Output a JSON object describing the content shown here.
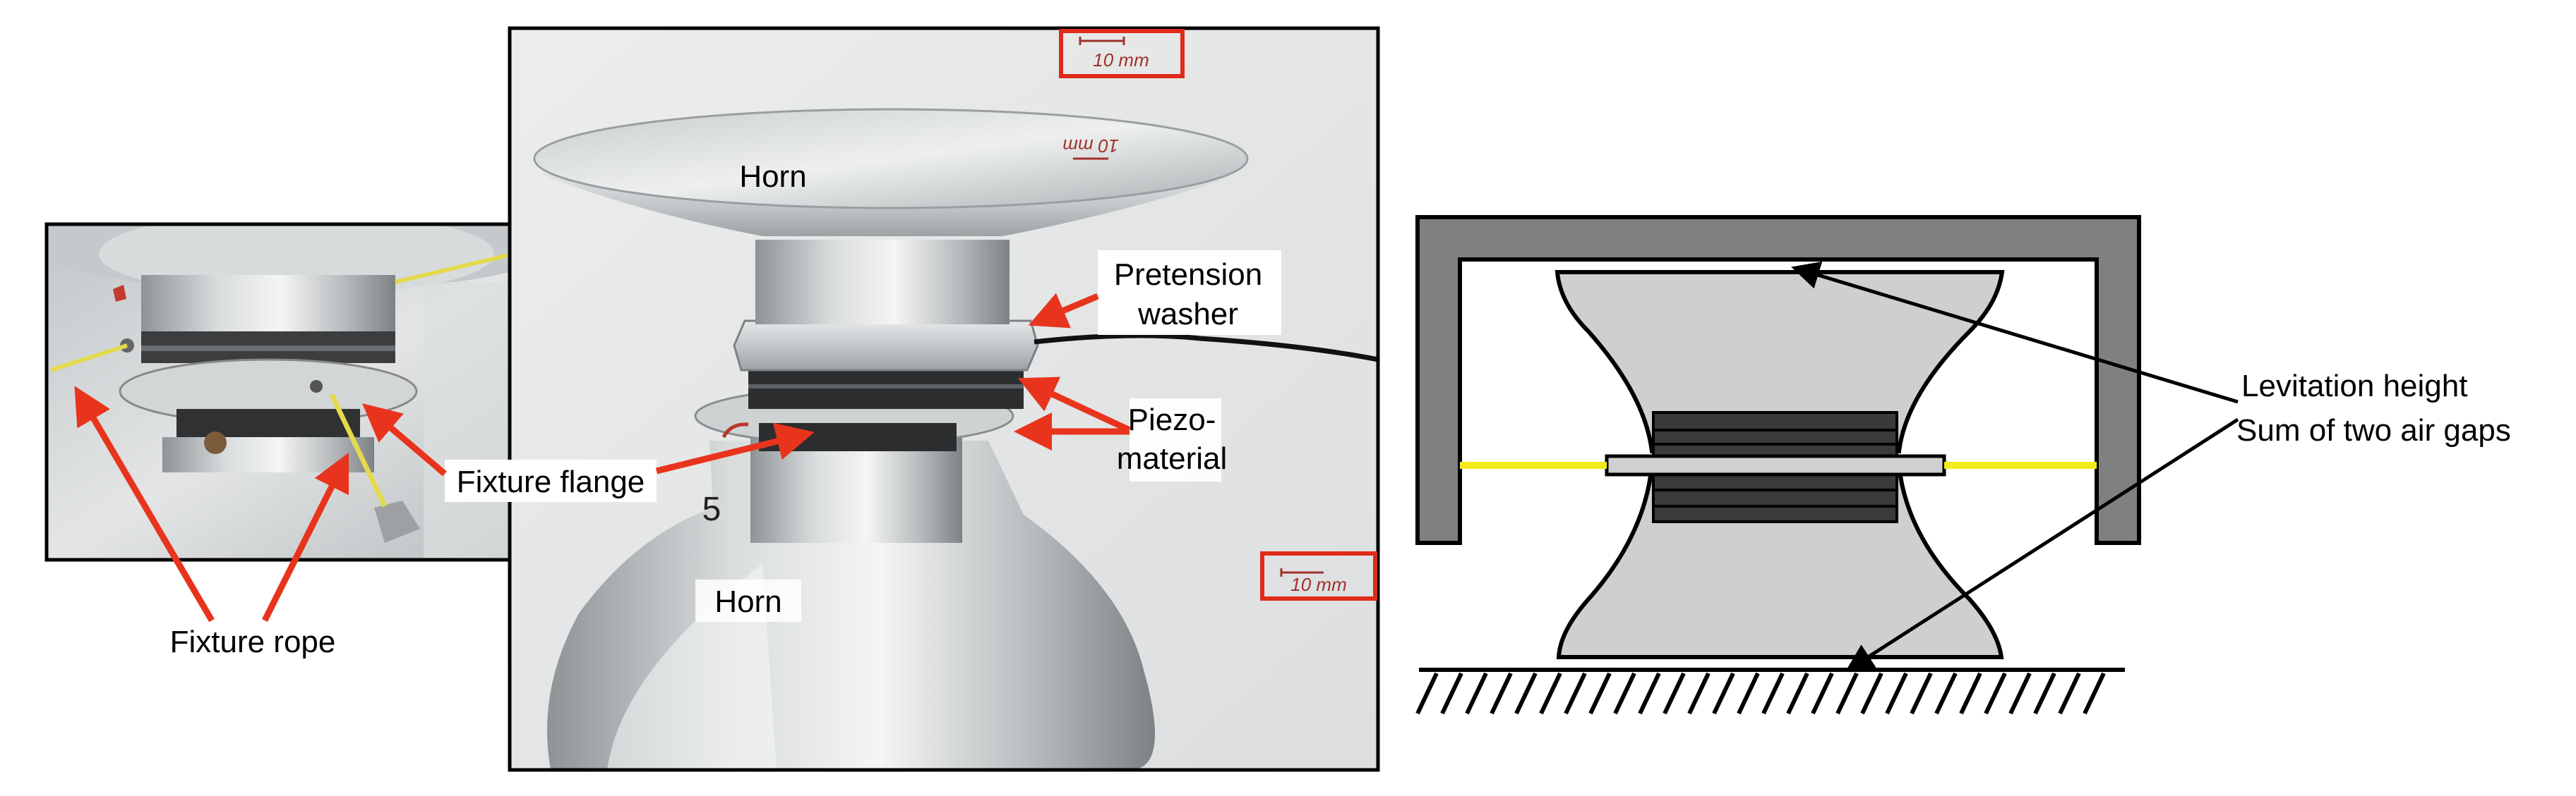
{
  "labels": {
    "horn_top": "Horn",
    "horn_bottom": "Horn",
    "pretension_line1": "Pretension",
    "pretension_line2": "washer",
    "piezo_line1": "Piezo-",
    "piezo_line2": "material",
    "fixture_flange": "Fixture flange",
    "fixture_rope": "Fixture rope",
    "levitation_height": "Levitation height",
    "sum_air_gaps": "Sum of two air gaps"
  },
  "scale_bars": {
    "top": "10 mm",
    "right": "10 mm",
    "on_horn": "10 mm"
  },
  "engraving": "5",
  "colors": {
    "annotation_arrow": "#e8341c",
    "scale_box": "#e02a1a",
    "frame": "#808080",
    "body": "#cfcfcf",
    "piezo": "#3a3a3a",
    "rope": "#f2ea1a",
    "outline": "#000000"
  }
}
